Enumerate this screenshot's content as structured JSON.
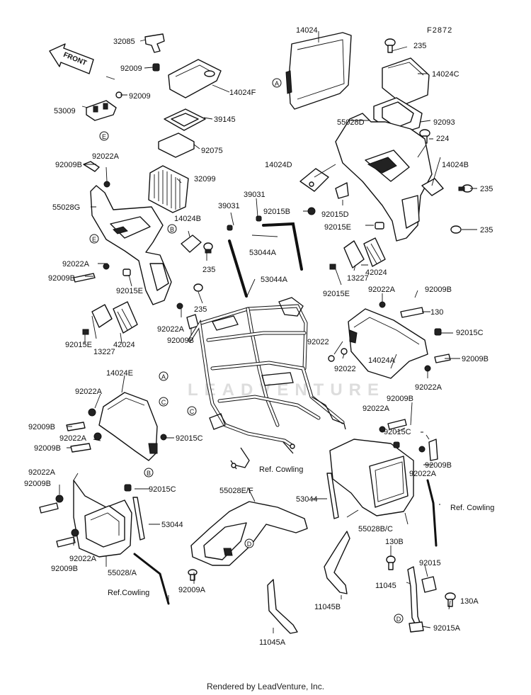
{
  "figure_code": "F2872",
  "direction_label": "FRONT",
  "footer": "Rendered by LeadVenture, Inc.",
  "watermark": "LEADVENTURE",
  "callouts": [
    "A",
    "B",
    "C",
    "D",
    "E"
  ],
  "labels": {
    "l_32085": "32085",
    "l_92009_top": "92009",
    "l_92009_b": "92009",
    "l_53009": "53009",
    "l_14024F": "14024F",
    "l_39145": "39145",
    "l_92075": "92075",
    "l_92009B_1": "92009B",
    "l_92022A_1": "92022A",
    "l_32099": "32099",
    "l_55028G": "55028G",
    "l_14024B_l": "14024B",
    "l_39031_a": "39031",
    "l_39031_b": "39031",
    "l_92022A_2": "92022A",
    "l_92009B_2": "92009B",
    "l_92015E_1": "92015E",
    "l_235_1": "235",
    "l_53044A_1": "53044A",
    "l_53044A_2": "53044A",
    "l_235_2": "235",
    "l_13227_l": "13227",
    "l_42024_l": "42024",
    "l_92015E_2": "92015E",
    "l_92022A_3": "92022A",
    "l_92009B_3": "92009B",
    "l_14024": "14024",
    "l_235_t": "235",
    "l_14024C": "14024C",
    "l_55028D": "55028D",
    "l_92093": "92093",
    "l_224": "224",
    "l_14024B_r": "14024B",
    "l_14024D": "14024D",
    "l_92015B": "92015B",
    "l_92015D": "92015D",
    "l_92015E_3": "92015E",
    "l_235_r1": "235",
    "l_235_r2": "235",
    "l_13227_r": "13227",
    "l_42024_r": "42024",
    "l_92015E_4": "92015E",
    "l_92022A_4": "92022A",
    "l_92009B_4": "92009B",
    "l_130": "130",
    "l_92015C_1": "92015C",
    "l_92022_a": "92022",
    "l_92022_b": "92022",
    "l_14024A": "14024A",
    "l_92009B_5": "92009B",
    "l_92022A_5": "92022A",
    "l_14024E": "14024E",
    "l_92022A_6": "92022A",
    "l_92009B_6": "92009B",
    "l_92022A_7": "92022A",
    "l_92009B_7": "92009B",
    "l_92015C_2": "92015C",
    "l_92009B_8": "92009B",
    "l_92022A_8": "92022A",
    "l_92015C_3": "92015C",
    "l_92009B_9": "92009B",
    "l_92022A_9": "92022A",
    "l_ref_cowling_1": "Ref. Cowling",
    "l_92022A_10": "92022A",
    "l_92009B_10": "92009B",
    "l_92015C_4": "92015C",
    "l_53044_l": "53044",
    "l_55028EF": "55028E/F",
    "l_53044_r": "53044",
    "l_ref_cowling_2": "Ref. Cowling",
    "l_55028BC": "55028B/C",
    "l_92022A_11": "92022A",
    "l_92009B_11": "92009B",
    "l_55028A": "55028/A",
    "l_ref_cowling_3": "Ref.Cowling",
    "l_92009A": "92009A",
    "l_130B": "130B",
    "l_92015": "92015",
    "l_11045": "11045",
    "l_11045B": "11045B",
    "l_130A": "130A",
    "l_11045A": "11045A",
    "l_92015A": "92015A"
  }
}
